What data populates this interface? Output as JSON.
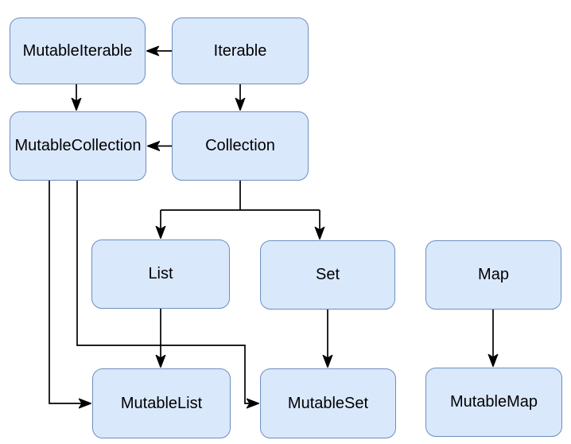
{
  "diagram": {
    "type": "flowchart",
    "nodes": {
      "mutable_iterable": {
        "label": "MutableIterable"
      },
      "iterable": {
        "label": "Iterable"
      },
      "mutable_collection": {
        "label": "MutableCollection"
      },
      "collection": {
        "label": "Collection"
      },
      "list": {
        "label": "List"
      },
      "set": {
        "label": "Set"
      },
      "map": {
        "label": "Map"
      },
      "mutable_list": {
        "label": "MutableList"
      },
      "mutable_set": {
        "label": "MutableSet"
      },
      "mutable_map": {
        "label": "MutableMap"
      }
    },
    "edges": [
      {
        "from": "Iterable",
        "to": "MutableIterable"
      },
      {
        "from": "Iterable",
        "to": "Collection"
      },
      {
        "from": "MutableIterable",
        "to": "MutableCollection"
      },
      {
        "from": "Collection",
        "to": "MutableCollection"
      },
      {
        "from": "Collection",
        "to": "List"
      },
      {
        "from": "Collection",
        "to": "Set"
      },
      {
        "from": "List",
        "to": "MutableList"
      },
      {
        "from": "Set",
        "to": "MutableSet"
      },
      {
        "from": "Map",
        "to": "MutableMap"
      },
      {
        "from": "MutableCollection",
        "to": "MutableList"
      },
      {
        "from": "MutableCollection",
        "to": "MutableSet"
      }
    ],
    "colors": {
      "node_fill": "#dae8fc",
      "node_border": "#6c8ebf",
      "connector": "#000000",
      "background": "#ffffff",
      "text": "#000000"
    }
  }
}
